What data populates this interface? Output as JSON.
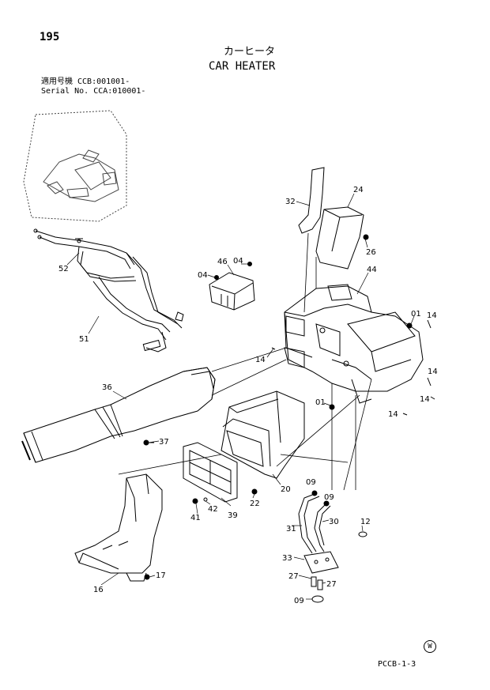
{
  "header": {
    "page_number": "195",
    "title_jp": "カーヒータ",
    "title_en": "CAR HEATER",
    "applicable_jp": "適用号機  CCB:001001-",
    "serial_en": "Serial No. CCA:010001-"
  },
  "footer": {
    "w_mark": "W",
    "drawing_code": "PCCB-1-3"
  },
  "part_labels": [
    "32",
    "24",
    "26",
    "46",
    "04",
    "04",
    "44",
    "01",
    "14",
    "52",
    "51",
    "14",
    "14",
    "14",
    "36",
    "01",
    "14",
    "37",
    "20",
    "22",
    "09",
    "09",
    "41",
    "42",
    "39",
    "12",
    "31",
    "30",
    "33",
    "27",
    "27",
    "09",
    "16",
    "17"
  ]
}
